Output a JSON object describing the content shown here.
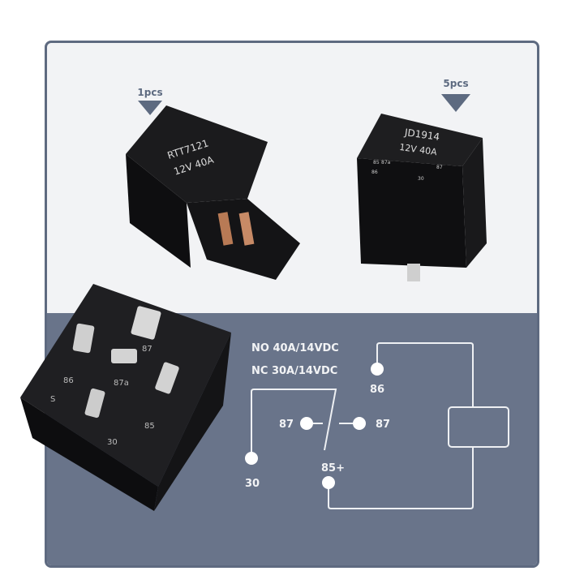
{
  "quantities": {
    "left": "1pcs",
    "right": "5pcs"
  },
  "relay_left": {
    "model": "RTT7121",
    "rating": "12V  40A"
  },
  "relay_right": {
    "model": "JD1914",
    "rating": "12V  40A",
    "pins": [
      "85",
      "87a",
      "86",
      "87",
      "30"
    ]
  },
  "relay_bottom": {
    "pins": [
      "87",
      "86",
      "87a",
      "S",
      "85",
      "30"
    ]
  },
  "specs": {
    "no": "NO 40A/14VDC",
    "nc": "NC 30A/14VDC"
  },
  "schematic": {
    "p86": "86",
    "p87_left": "87",
    "p87_right": "87",
    "p85": "85+",
    "p30": "30"
  },
  "colors": {
    "panel_top": "#f2f3f5",
    "panel_bottom": "#69748a",
    "frame": "#5e6a80",
    "marker": "#5d6a80"
  }
}
